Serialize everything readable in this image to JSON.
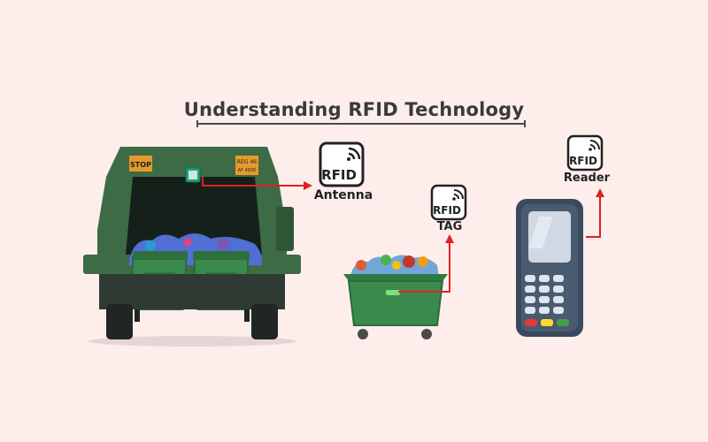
{
  "title": "Understanding RFID Technology",
  "truck": {
    "stop_label": "STOP",
    "plate_left": "REG 46",
    "plate_sub": "AF 4935"
  },
  "labels": {
    "antenna": "Antenna",
    "tag": "TAG",
    "reader": "Reader",
    "rfid": "RFID"
  },
  "colors": {
    "background": "#fdeeec",
    "truck_green": "#3d6b46",
    "bin_green": "#3a8a4e",
    "arrow_red": "#e02020",
    "reader_body": "#3a4a5e",
    "screen": "#cfd8e4"
  }
}
